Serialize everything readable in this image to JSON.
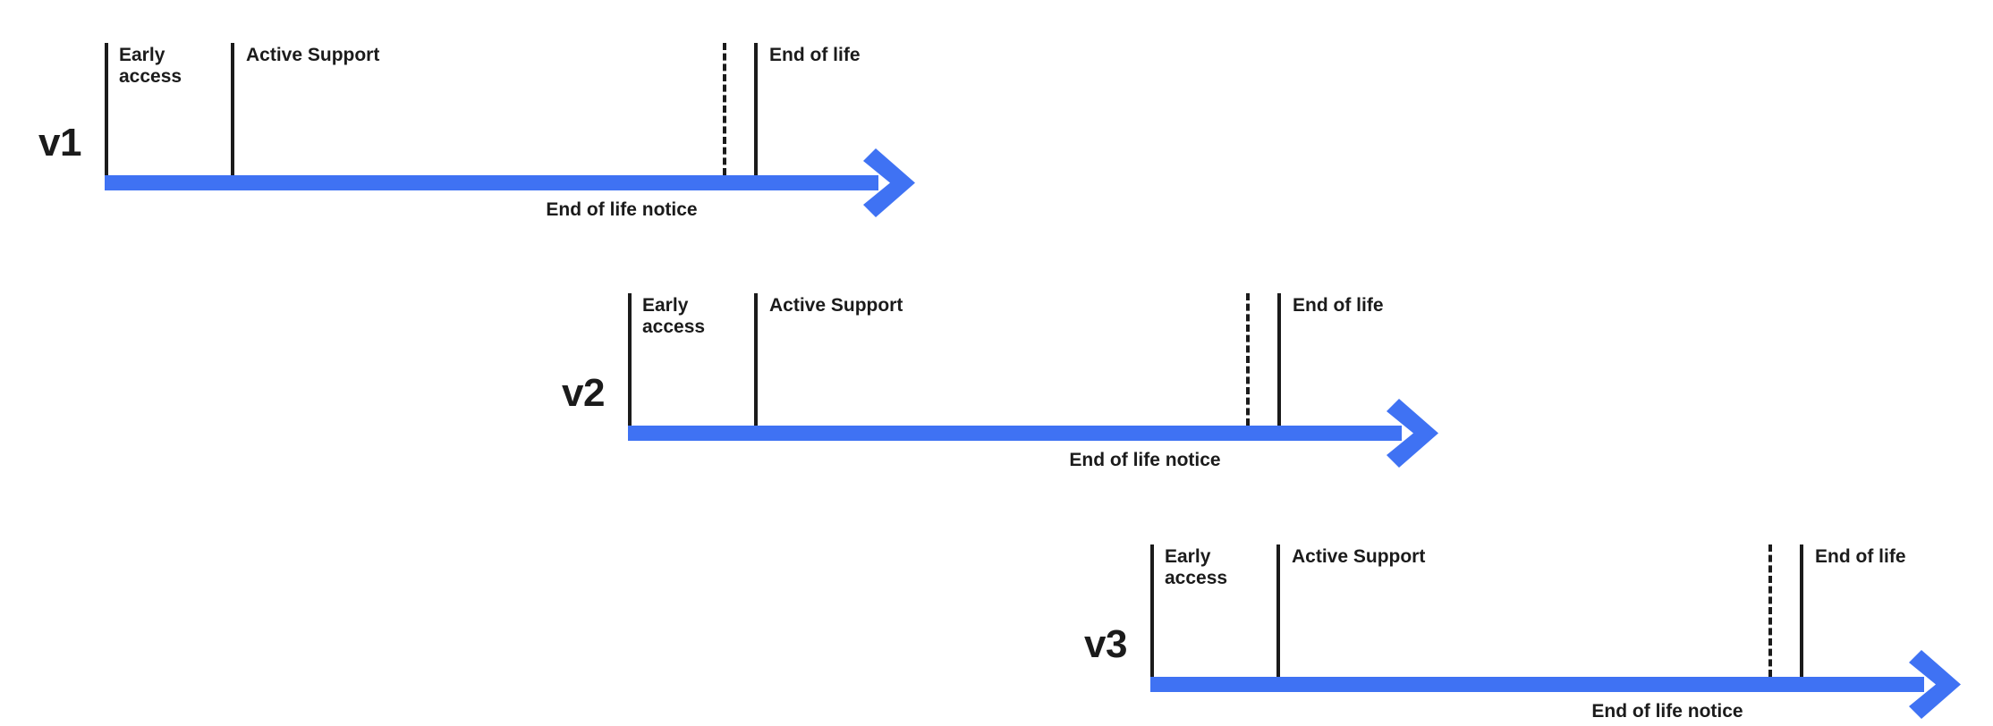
{
  "figure": {
    "type": "lifecycle-timeline-diagram",
    "accent_color": "#3f72f3",
    "text_color": "#1b1b1b",
    "background_color": "#ffffff"
  },
  "rows": [
    {
      "version": "v1",
      "segments": [
        {
          "label": "Early\naccess"
        },
        {
          "label": "Active Support"
        },
        {
          "label": "End of life"
        }
      ],
      "notice": "End of life notice"
    },
    {
      "version": "v2",
      "segments": [
        {
          "label": "Early\naccess"
        },
        {
          "label": "Active Support"
        },
        {
          "label": "End of life"
        }
      ],
      "notice": "End of life notice"
    },
    {
      "version": "v3",
      "segments": [
        {
          "label": "Early\naccess"
        },
        {
          "label": "Active Support"
        },
        {
          "label": "End of life"
        }
      ],
      "notice": "End of life notice"
    }
  ]
}
